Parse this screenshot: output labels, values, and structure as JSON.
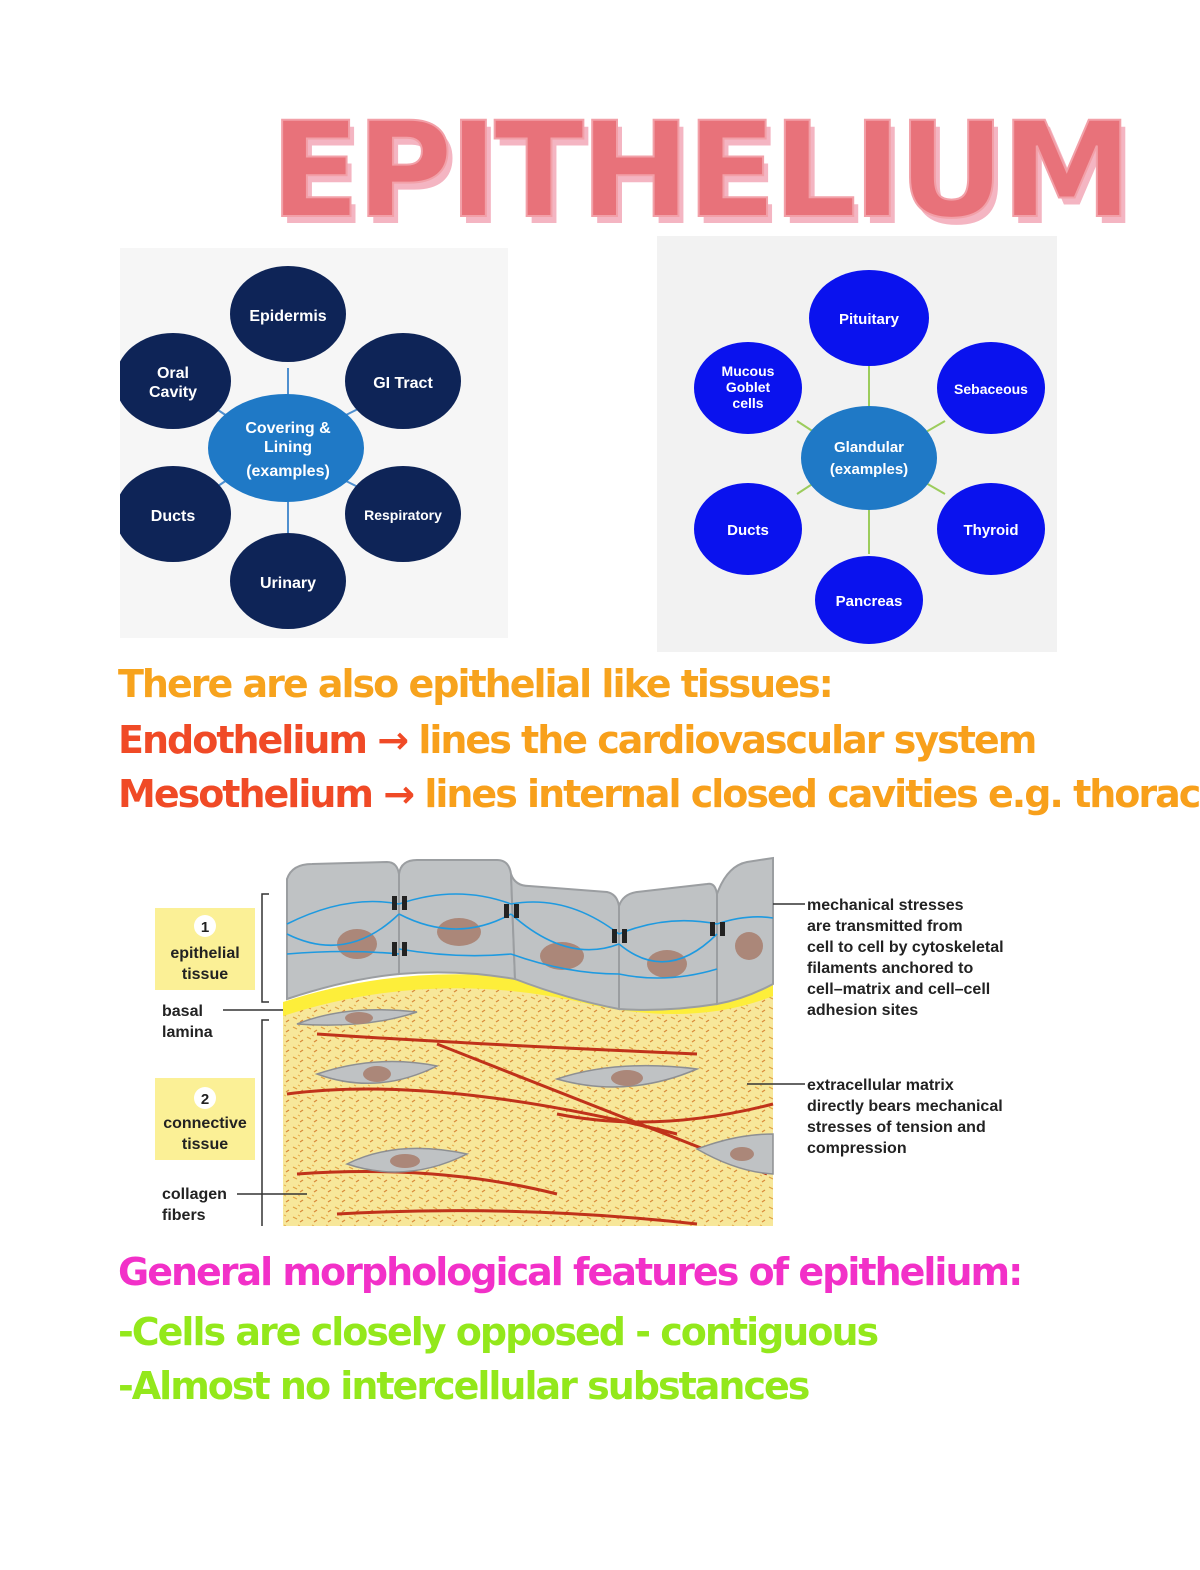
{
  "title": "EPITHELIUM",
  "covering_diagram": {
    "center": [
      "Covering &",
      "Lining",
      "(examples)"
    ],
    "nodes": {
      "top": [
        "Epidermis"
      ],
      "upper_right": [
        "GI Tract"
      ],
      "lower_right": [
        "Respiratory"
      ],
      "bottom": [
        "Urinary"
      ],
      "lower_left": [
        "Ducts"
      ],
      "upper_left": [
        "Oral",
        "Cavity"
      ]
    },
    "colors": {
      "node": "#0e2457",
      "center": "#1f79c6",
      "connector": "#4f8fcf"
    }
  },
  "glandular_diagram": {
    "center": [
      "Glandular",
      "(examples)"
    ],
    "nodes": {
      "top": [
        "Pituitary"
      ],
      "upper_right": [
        "Sebaceous"
      ],
      "lower_right": [
        "Thyroid"
      ],
      "bottom": [
        "Pancreas"
      ],
      "lower_left": [
        "Ducts"
      ],
      "upper_left": [
        "Mucous",
        "Goblet",
        "cells"
      ]
    },
    "colors": {
      "node": "#0a12ee",
      "center": "#1f79c6",
      "connector": "#9ccc5c"
    }
  },
  "notes": {
    "intro": "There are also epithelial like tissues:",
    "endothelium_term": "Endothelium",
    "endothelium_def": "lines the cardiovascular system",
    "mesothelium_term": "Mesothelium",
    "mesothelium_def": "lines internal closed cavities e.g. thoracic",
    "arrow": "→"
  },
  "tissue_figure": {
    "label1_number": "1",
    "label1_text": [
      "epithelial",
      "tissue"
    ],
    "basal_lamina": [
      "basal",
      "lamina"
    ],
    "label2_number": "2",
    "label2_text": [
      "connective",
      "tissue"
    ],
    "collagen": [
      "collagen",
      "fibers"
    ],
    "annotation_top": [
      "mechanical stresses",
      "are transmitted from",
      "cell to cell by cytoskeletal",
      "filaments anchored to",
      "cell–matrix and cell–cell",
      "adhesion sites"
    ],
    "annotation_bottom": [
      "extracellular matrix",
      "directly bears mechanical",
      "stresses of tension and",
      "compression"
    ]
  },
  "morphology": {
    "title": "General morphological features of epithelium:",
    "bullets": [
      "-Cells are closely opposed - contiguous",
      "-Almost no intercellular substances"
    ]
  }
}
